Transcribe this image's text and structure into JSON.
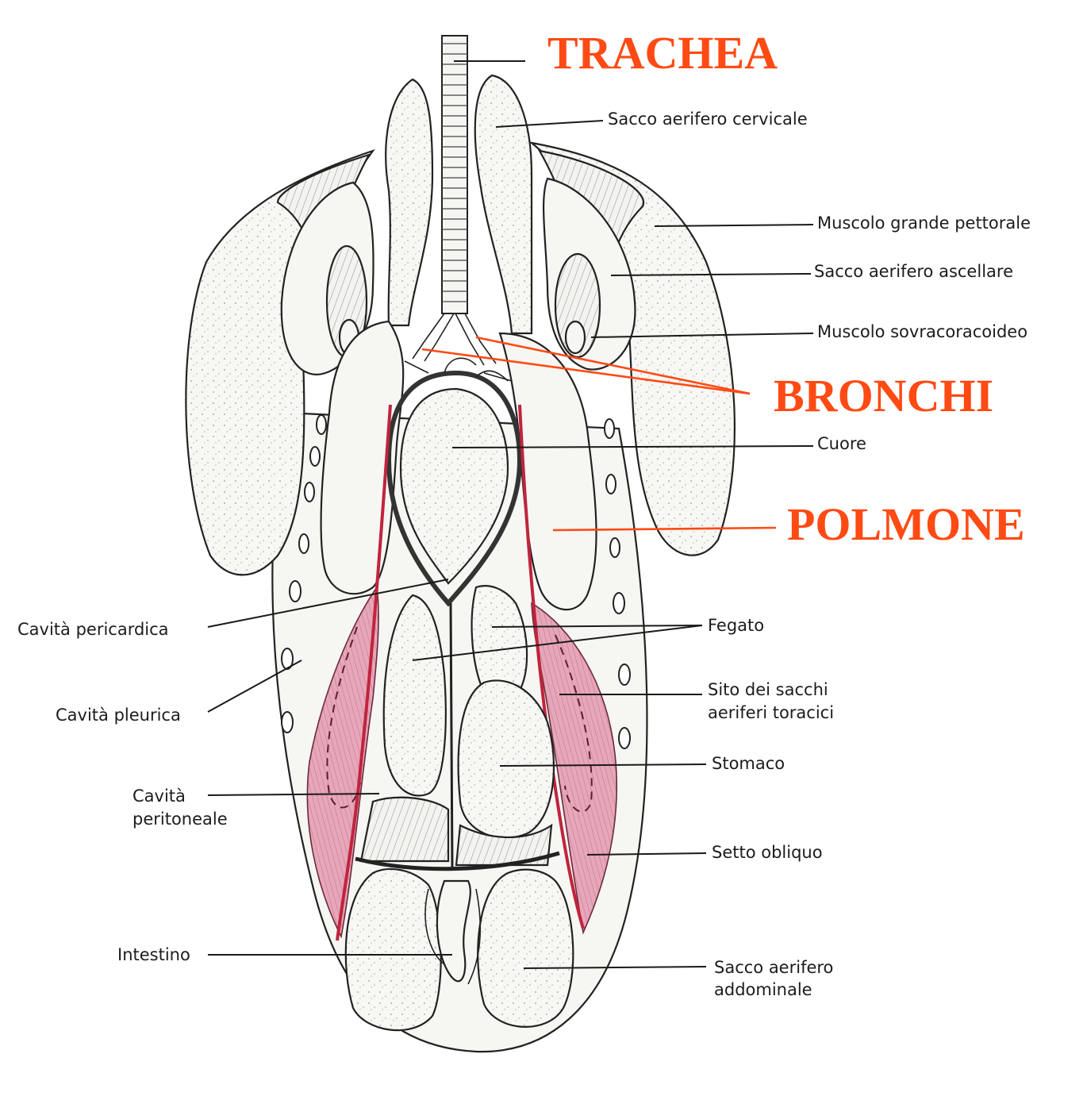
{
  "labels": {
    "trachea": "TRACHEA",
    "bronchi": "BRONCHI",
    "polmone": "POLMONE",
    "sacco_cervicale": "Sacco aerifero cervicale",
    "muscolo_pettorale": "Muscolo grande pettorale",
    "sacco_ascellare": "Sacco aerifero ascellare",
    "muscolo_sovracoracoideo": "Muscolo sovracoracoideo",
    "cuore": "Cuore",
    "cavita_pericardica": "Cavità pericardica",
    "fegato": "Fegato",
    "cavita_pleurica": "Cavità pleurica",
    "sito_sacchi_1": "Sito dei sacchi",
    "sito_sacchi_2": "aeriferi toracici",
    "stomaco": "Stomaco",
    "cavita_peritoneale_1": "Cavità",
    "cavita_peritoneale_2": "peritoneale",
    "setto_obliquo": "Setto obliquo",
    "intestino": "Intestino",
    "sacco_addominale_1": "Sacco aerifero",
    "sacco_addominale_2": "addominale"
  },
  "colors": {
    "highlight_label": "#ff4a14",
    "membrane": "#e8a9bd",
    "septum_line": "#c0243c"
  }
}
